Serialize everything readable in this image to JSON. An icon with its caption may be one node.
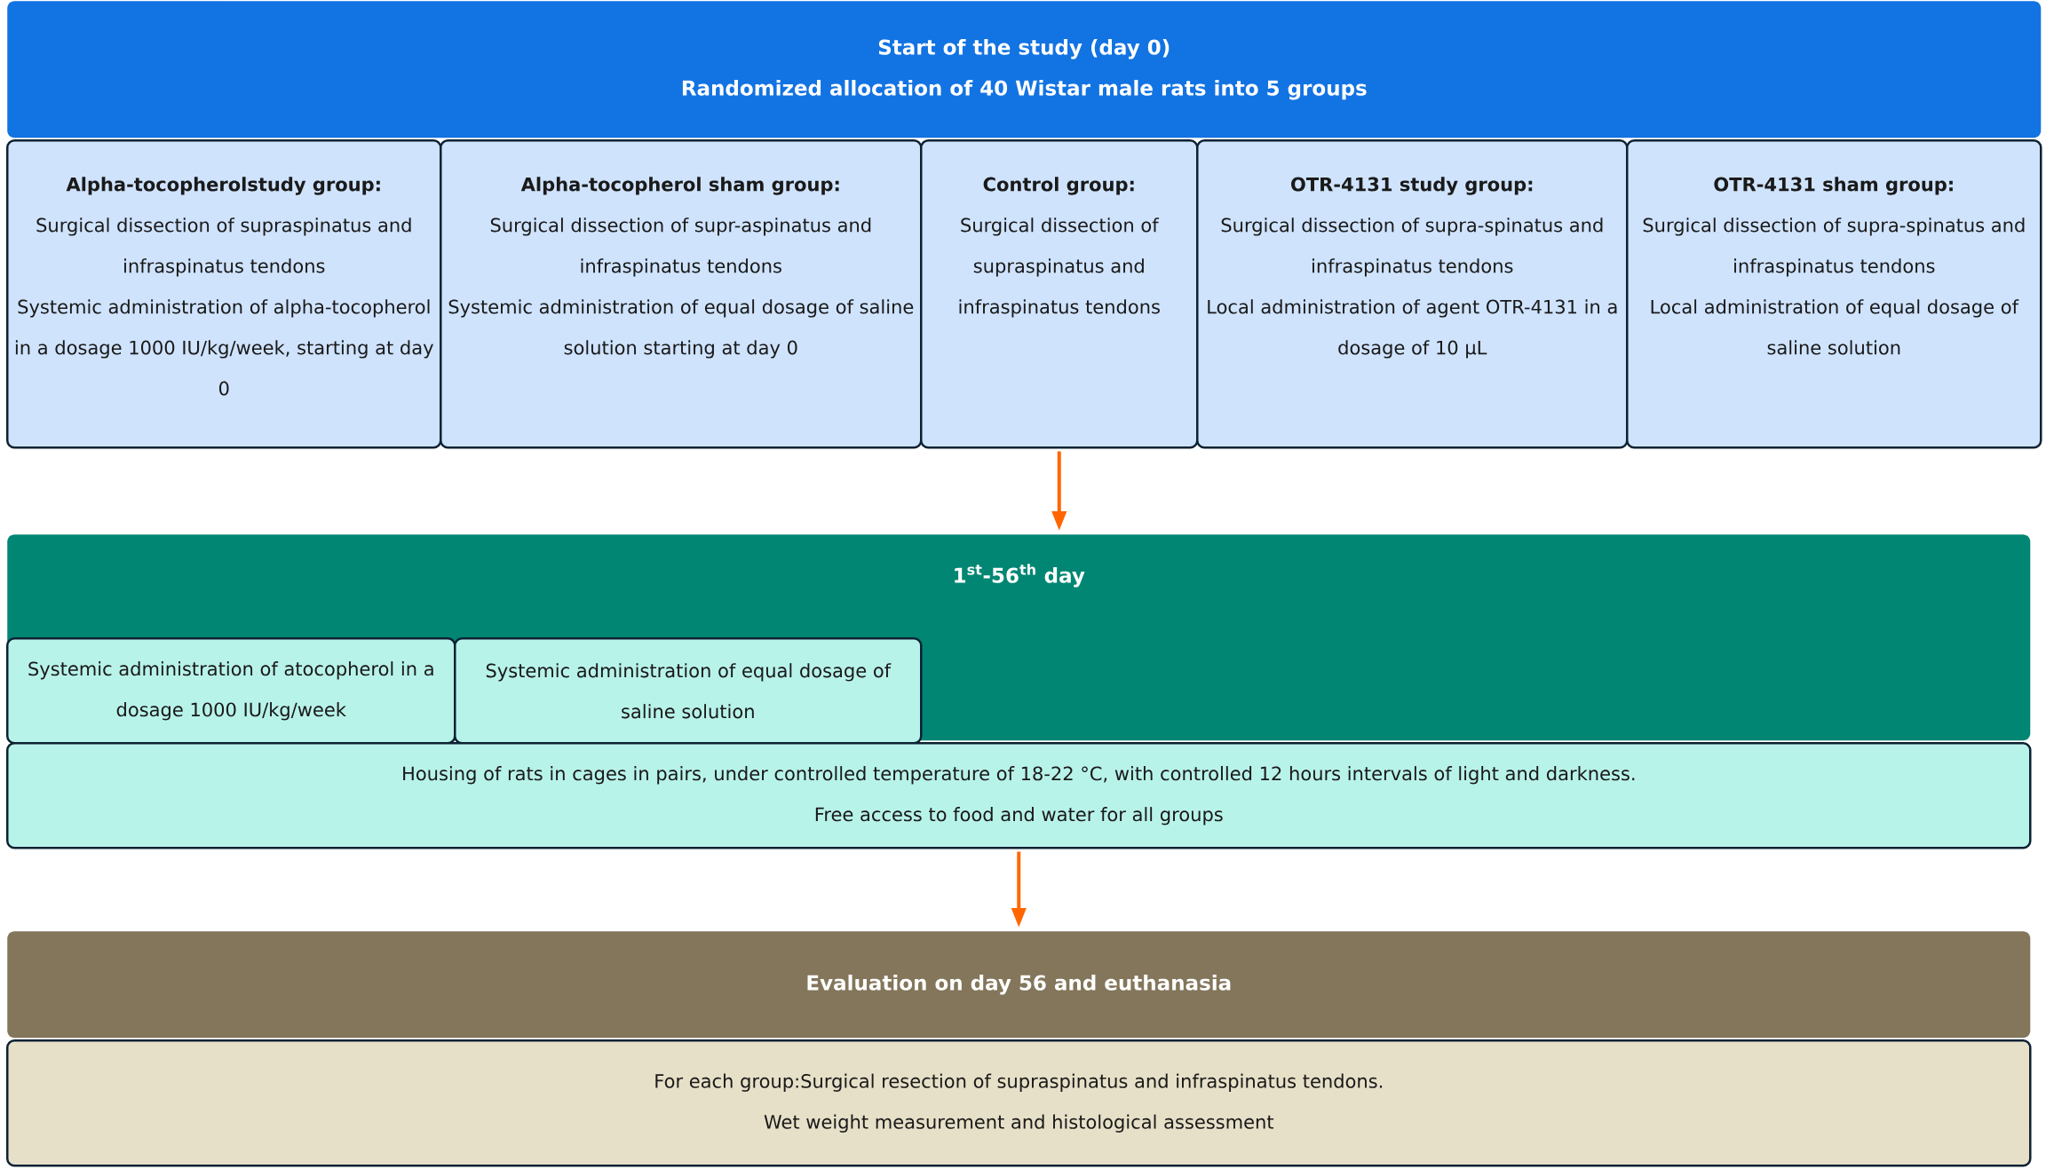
{
  "diagram": {
    "nodes": [
      {
        "text": [
          "Start of the study (day 0)",
          "Randomized allocation of 40 Wistar male rats into 5 groups"
        ]
      },
      {
        "text": [
          "Alpha-tocopherolstudy group:",
          "Surgical dissection of supraspinatus and infraspinatus tendons",
          "Systemic administration of alpha-tocopherol in a dosage 1000 IU/kg/week, starting at day 0"
        ]
      },
      {
        "text": [
          "Alpha-tocopherol sham group:",
          "Surgical dissection of supr-aspinatus and infraspinatus tendons",
          "Systemic administration of equal dosage of saline solution starting at day 0"
        ]
      },
      {
        "text": [
          "Control group:",
          "Surgical dissection of supraspinatus and infraspinatus tendons"
        ]
      },
      {
        "text": [
          "OTR-4131 study group:",
          "Surgical dissection of supra-spinatus and infraspinatus tendons",
          "Local administration of agent OTR-4131 in a dosage of 10 μL"
        ]
      },
      {
        "text": [
          "OTR-4131 sham group:",
          "Surgical dissection of supra-spinatus and infraspinatus tendons",
          "Local administration of equal dosage of saline solution"
        ]
      },
      {
        "text": [
          "1$^{st}$-56$^{th}$ day"
        ]
      },
      {
        "text": [
          "Systemic administration of atocopherol in a dosage 1000 IU/kg/week"
        ],
        "in": 6
      },
      {
        "text": [
          "Systemic administration of equal dosage of saline solution"
        ],
        "in": 6
      },
      {
        "text": [
          "Housing of rats in cages in pairs, under controlled temperature of 18-22 °C, with controlled 12 hours intervals of light and darkness.",
          "Free access to food and water for all groups"
        ]
      },
      {
        "text": [
          "Evaluation on day 56 and euthanasia"
        ]
      },
      {
        "text": [
          "For each group:Surgical resection of supraspinatus and infraspinatus tendons.",
          "Wet weight measurement and histological assessment"
        ]
      }
    ],
    "edges": [
      {
        "from": 3,
        "to": 6,
        "arrow": "to"
      },
      {
        "from": 9,
        "to": 10,
        "arrow": "to"
      }
    ]
  }
}
